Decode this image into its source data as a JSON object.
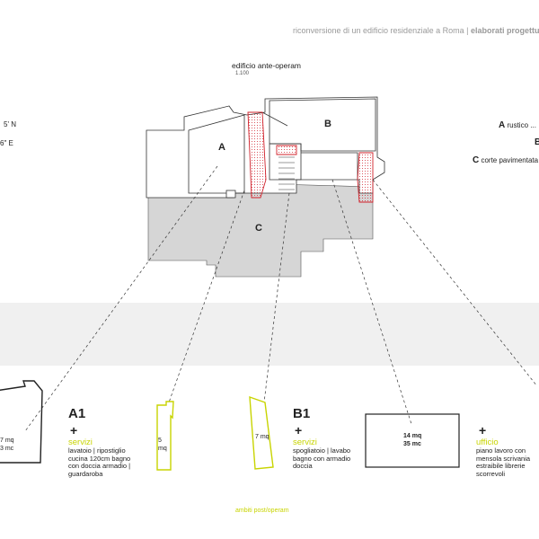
{
  "header": {
    "title": "riconversione di un edificio residenziale a Roma | ",
    "subtitle": "elaborati progettuali"
  },
  "plan": {
    "title": "edificio ante-operam",
    "scale": "1.100"
  },
  "coords": {
    "lat": "5' N",
    "lon": "6\" E"
  },
  "legend": [
    {
      "letter": "A",
      "text": "rustico ..."
    },
    {
      "letter": "B",
      "text": ""
    },
    {
      "letter": "C",
      "text": "corte pavimentata"
    }
  ],
  "plan_labels": {
    "a": "A",
    "b": "B",
    "c": "C"
  },
  "rooms": {
    "a1_area": {
      "mq": "7 mq",
      "mc": "3 mc"
    },
    "a1_wc": {
      "mq": "5",
      "mc": "mq"
    },
    "b1_wc": {
      "mq": "7 mq"
    },
    "b1_office": {
      "mq": "14 mq",
      "mc": "35 mc"
    }
  },
  "ambiti": [
    {
      "code": "A1",
      "plus": "+",
      "category": "servizi",
      "description": "lavatoio | ripostiglio cucina 120cm bagno con doccia armadio | guardaroba"
    },
    {
      "code": "B1",
      "plus": "+",
      "category": "servizi",
      "description": "spogliatoio | lavabo bagno con armadio doccia"
    },
    {
      "code": "",
      "plus": "+",
      "category": "ufficio",
      "description": "piano lavoro con mensola scrivania estraibile librerie scorrevoli"
    }
  ],
  "footer": "ambiti post/operam",
  "colors": {
    "accent": "#c8d400",
    "red": "#d0202a",
    "band": "#f0f0f0",
    "court": "#d6d6d6"
  }
}
